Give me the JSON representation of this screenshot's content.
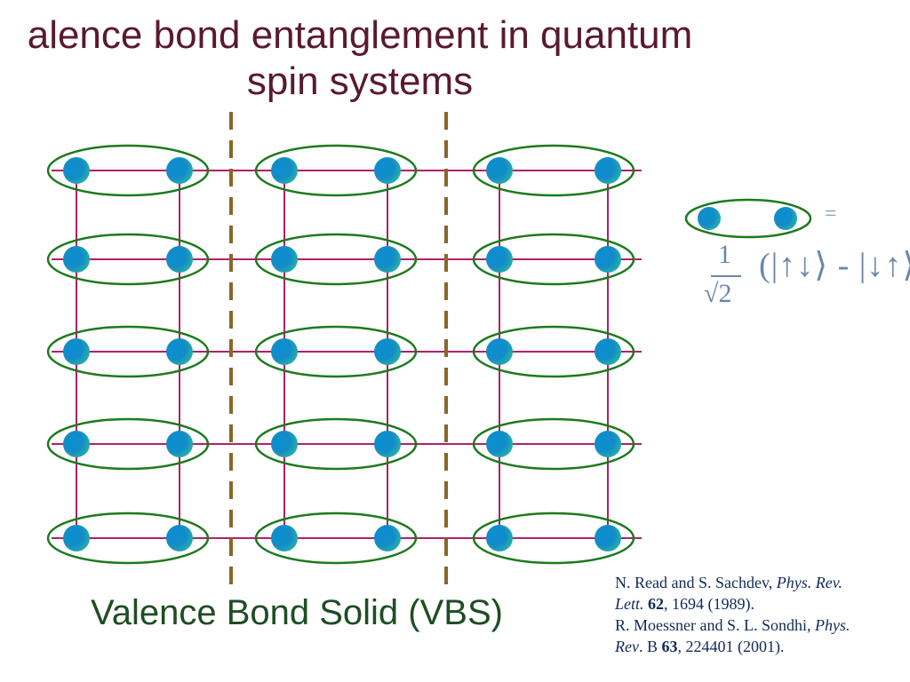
{
  "title": {
    "line1": "alence bond entanglement in quantum",
    "line2": "spin systems"
  },
  "legend": {
    "equals": "=",
    "fraction_numerator": "1",
    "fraction_denominator": "√2",
    "ket_expression": "(|↑↓⟩ - |↓↑⟩)"
  },
  "vbs_label": "Valence Bond Solid (VBS)",
  "references": {
    "ref1_authors": "N. Read and S. Sachdev, ",
    "ref1_journal": "Phys. Rev.",
    "ref1_journal2": "Lett.",
    "ref1_volume": "62",
    "ref1_rest": ", 1694 (1989).",
    "ref2_authors": "R. Moessner and S. L. Sondhi, ",
    "ref2_journal": "Phys.",
    "ref2_journal2": "Rev",
    "ref2_series": ". B ",
    "ref2_volume": "63",
    "ref2_rest": ", 224401 (2001)."
  },
  "colors": {
    "bond_line": "#b0206a",
    "singlet_ellipse": "#1d7a1d",
    "spin_inner": "#0a8fd0",
    "spin_outer": "#23a8a0",
    "cut_line": "#8a6628",
    "title": "#5a1a2e",
    "vbs_label": "#1f4d23",
    "formula": "#6a86aa"
  },
  "icons": {
    "spin": "spin-site-icon",
    "singlet": "singlet-bond-icon"
  }
}
